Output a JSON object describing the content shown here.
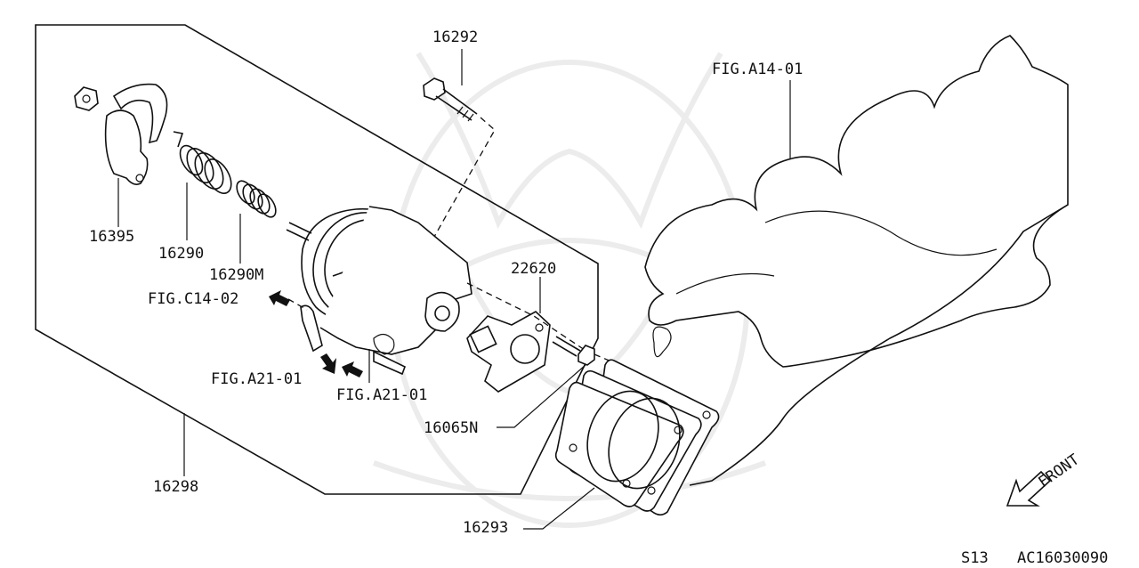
{
  "figure_refs": {
    "intake_manifold": "FIG.A14-01",
    "left_ref": "FIG.C14-02",
    "lower_ref_1": "FIG.A21-01",
    "lower_ref_2": "FIG.A21-01"
  },
  "part_numbers": {
    "bolt_top": "16292",
    "nut_bracket": "16395",
    "spring_large": "16290",
    "spring_small": "16290M",
    "throttle_body_assy": "16298",
    "sensor": "22620",
    "sensor_screw": "16065N",
    "gasket": "16293"
  },
  "front_indicator": "FRONT",
  "footer": {
    "page_code": "S13",
    "diagram_code": "AC16030090"
  },
  "icons": [
    "front-arrow-icon",
    "reference-arrow-icon"
  ],
  "colors": {
    "line": "#111111",
    "watermark": "#ececec",
    "background": "#ffffff"
  }
}
